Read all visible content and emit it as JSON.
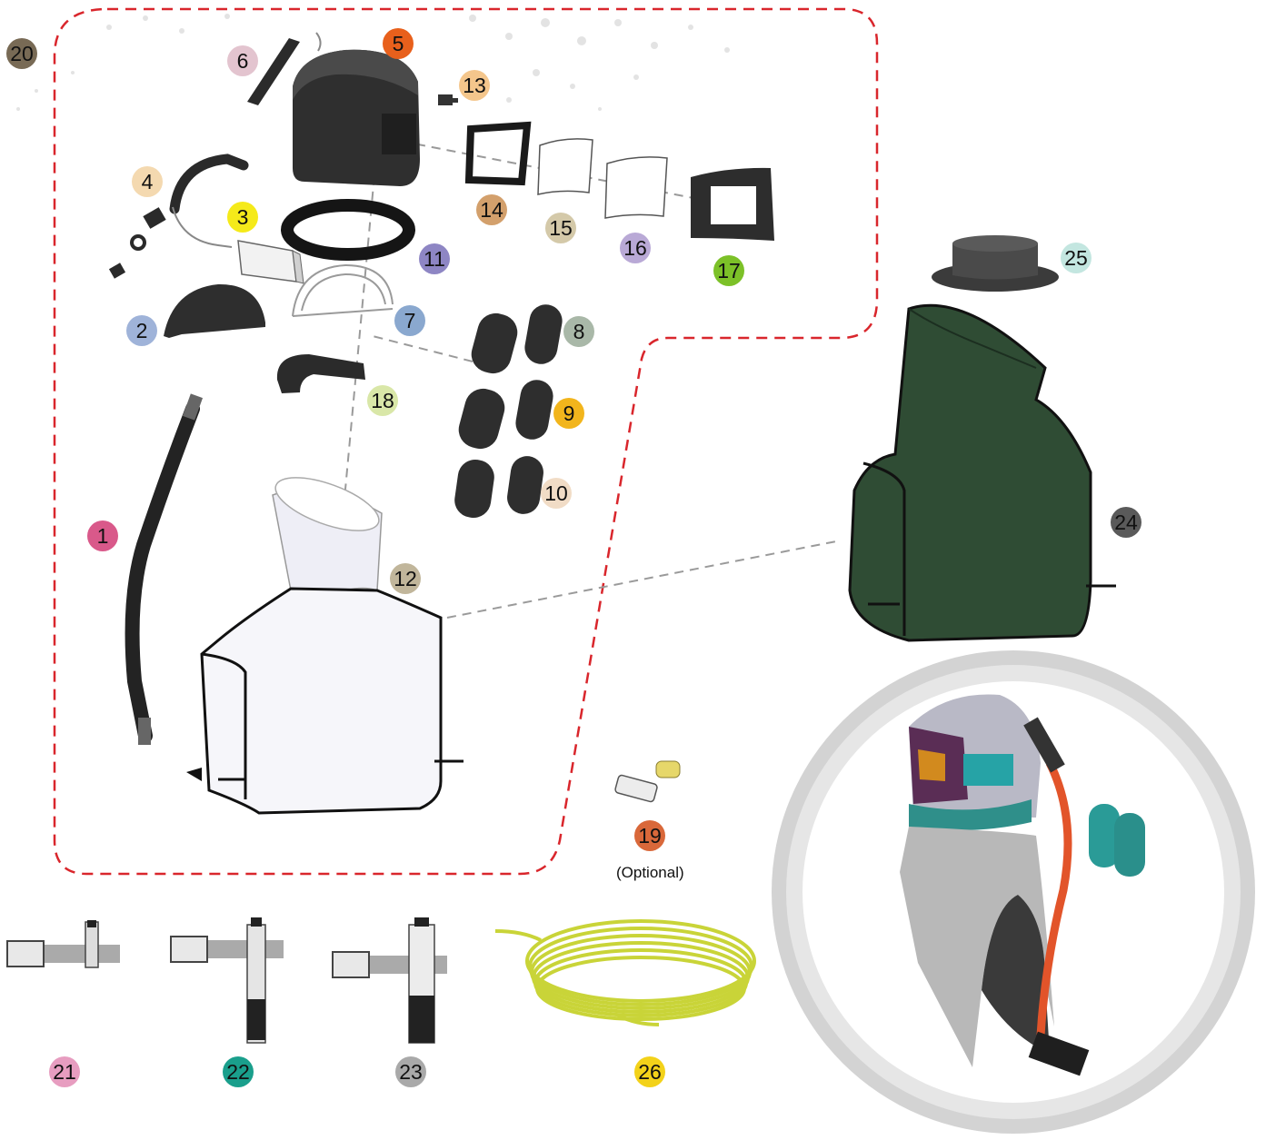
{
  "labels": {
    "p1": "1",
    "p2": "2",
    "p3": "3",
    "p4": "4",
    "p5": "5",
    "p6": "6",
    "p7": "7",
    "p8": "8",
    "p9": "9",
    "p10": "10",
    "p11": "11",
    "p12": "12",
    "p13": "13",
    "p14": "14",
    "p15": "15",
    "p16": "16",
    "p17": "17",
    "p18": "18",
    "p19": "19",
    "p20": "20",
    "p21": "21",
    "p22": "22",
    "p23": "23",
    "p24": "24",
    "p25": "25",
    "p26": "26"
  },
  "notes": {
    "optional": "(Optional)"
  },
  "colors": {
    "kit_outline": "#d9262c",
    "leader_line": "#9a9a9a",
    "helmet": "#2b2b2b",
    "cape_green": "#2e4a33",
    "hose_yellow": "#d7e04a",
    "cape_white": "#f4f4f8",
    "b1": "#d9598a",
    "b2": "#9fb3d9",
    "b3": "#f5ea1a",
    "b4": "#f4d9b0",
    "b5": "#e8601c",
    "b6": "#e3c4cf",
    "b7": "#8aa8cf",
    "b8": "#a9b8a8",
    "b9": "#f2b51c",
    "b10": "#f1dcc6",
    "b11": "#8e86c4",
    "b12": "#c1b69b",
    "b13": "#f4c68c",
    "b14": "#d3a06c",
    "b15": "#d4c9a9",
    "b16": "#b9a9d6",
    "b17": "#7cc128",
    "b18": "#d9e7a8",
    "b19": "#d9683a",
    "b20": "#786a55",
    "b21": "#e79dc0",
    "b22": "#1a9f8c",
    "b23": "#a9a9a9",
    "b24": "#5a5a5a",
    "b25": "#c3e6e0",
    "b26": "#f3d21a"
  }
}
